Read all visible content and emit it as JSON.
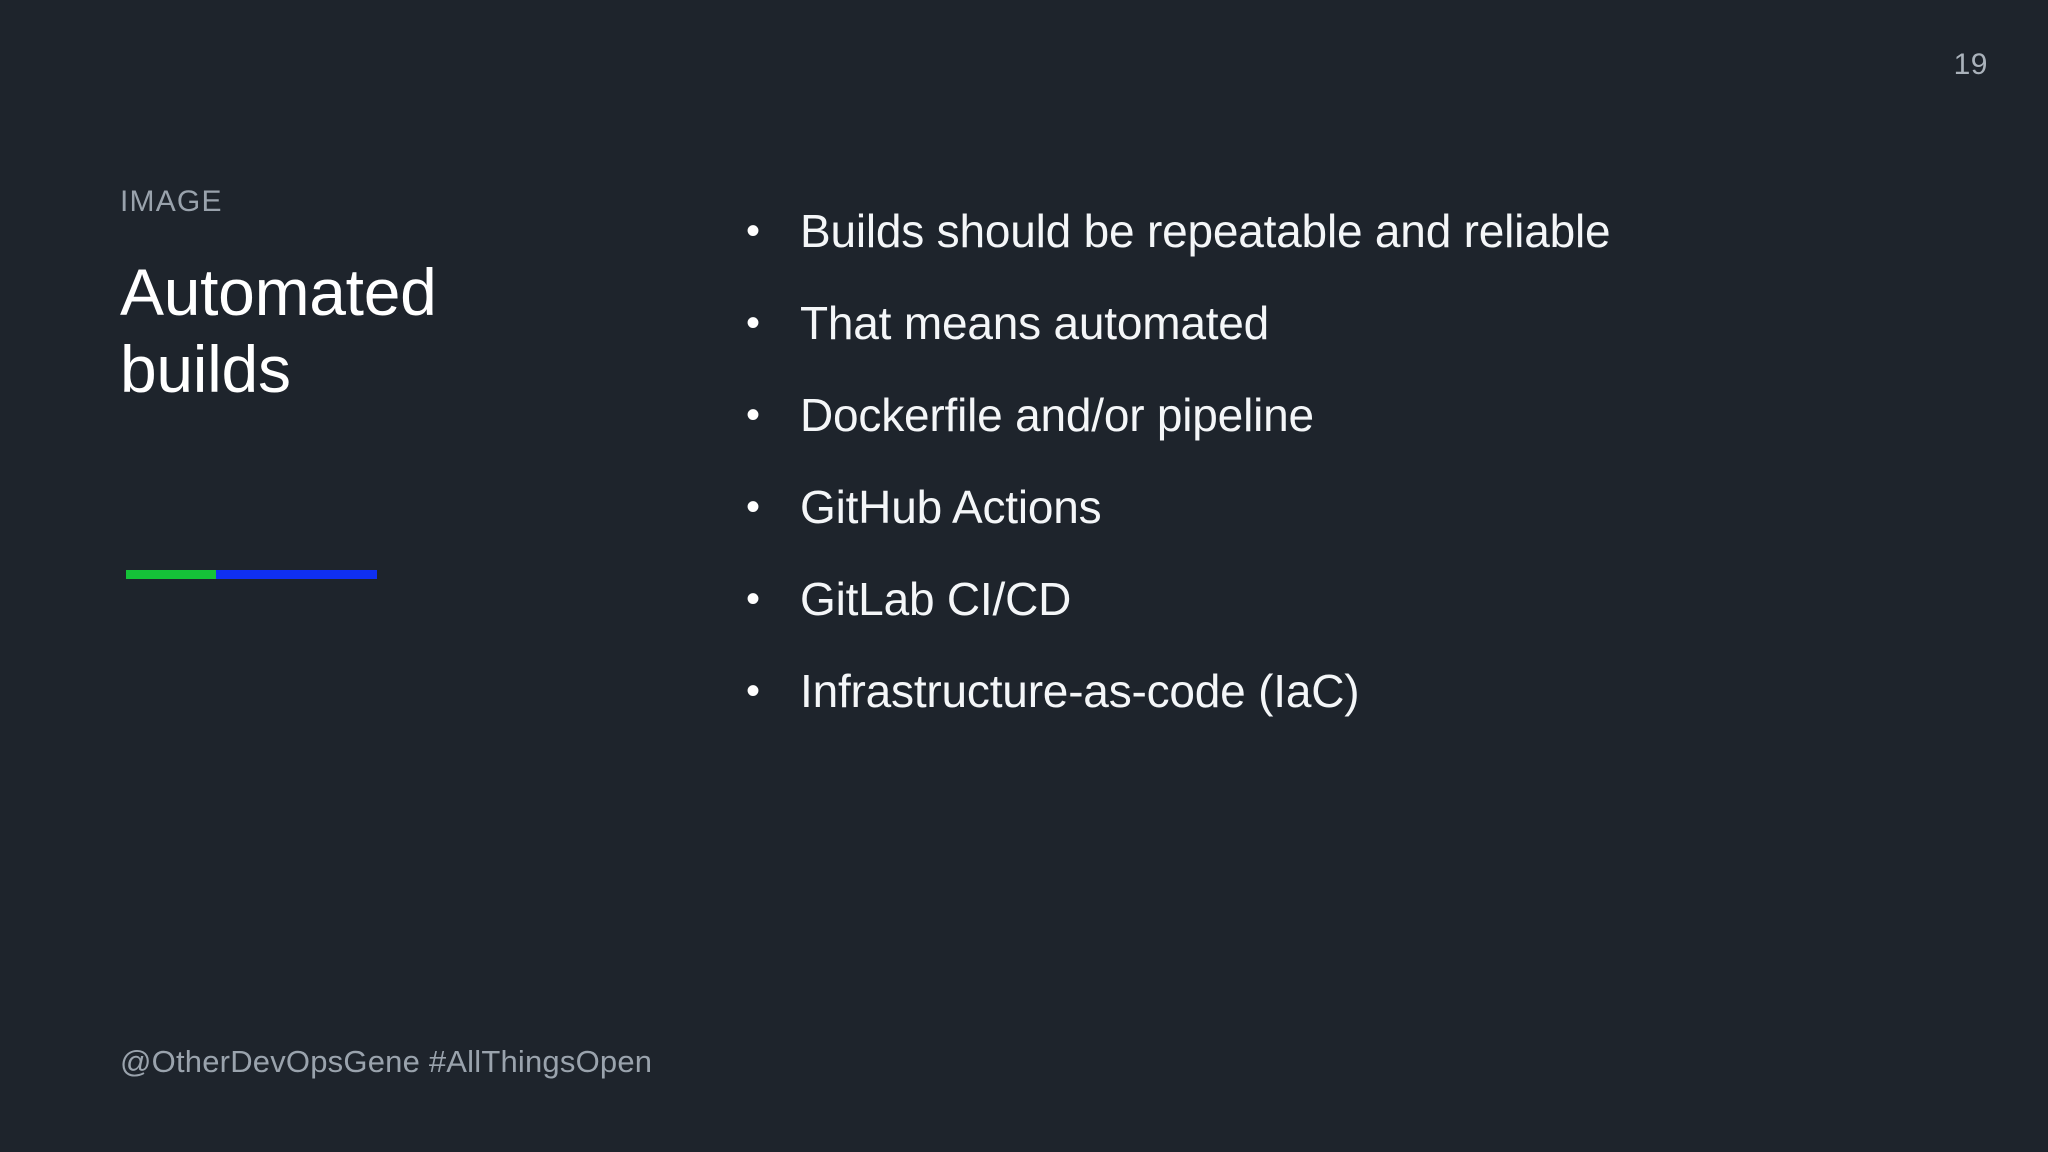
{
  "slide": {
    "page_number": "19",
    "background_color": "#1e242c",
    "eyebrow": "IMAGE",
    "title_line_1": "Automated",
    "title_line_2": "builds",
    "accent_bar": {
      "green_color": "#15c138",
      "blue_color": "#0f2ff2"
    },
    "bullet_marker": "•",
    "bullets": [
      {
        "text": "Builds should be repeatable and reliable"
      },
      {
        "text": "That means automated"
      },
      {
        "text": "Dockerfile and/or pipeline"
      },
      {
        "text": "GitHub Actions"
      },
      {
        "text": "GitLab CI/CD"
      },
      {
        "text": "Infrastructure-as-code (IaC)"
      }
    ],
    "footer": "@OtherDevOpsGene #AllThingsOpen"
  }
}
